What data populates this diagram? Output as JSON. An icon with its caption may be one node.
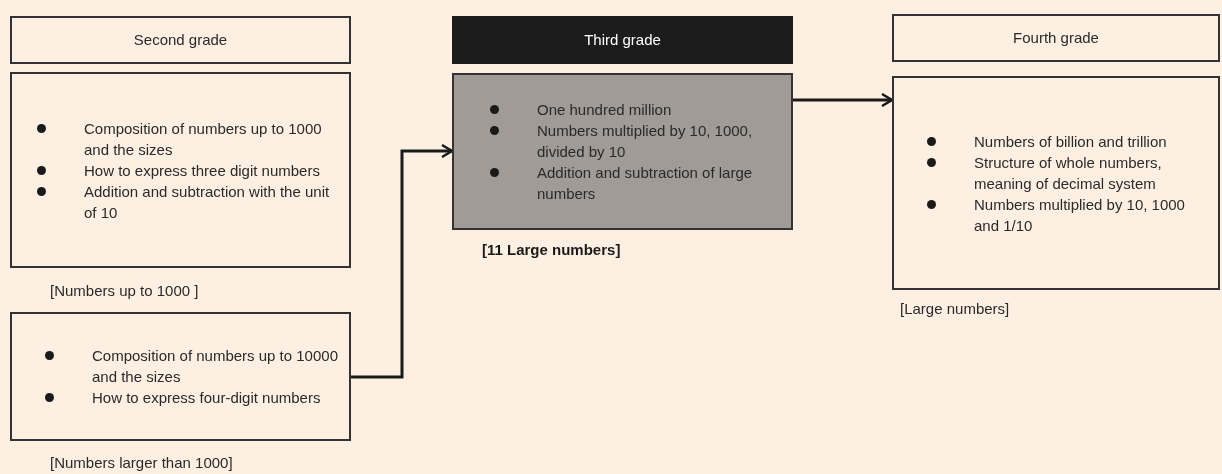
{
  "diagram": {
    "nodes": [
      {
        "text": [
          "Second grade"
        ]
      },
      {
        "text": [
          "Composition of numbers up to 1000 and the sizes",
          "How to express three digit numbers",
          "Addition and subtraction with the unit of 10"
        ],
        "beside": [
          "[Numbers up to 1000 ]"
        ]
      },
      {
        "text": [
          "Composition of numbers up to 10000 and the sizes",
          "How to express four-digit numbers"
        ],
        "beside": [
          "[Numbers larger than 1000]"
        ]
      },
      {
        "text": [
          "Third grade"
        ]
      },
      {
        "text": [
          "One hundred million",
          "Numbers multiplied by 10, 1000, divided by 10",
          "Addition and subtraction of large numbers"
        ],
        "beside": [
          "[11 Large numbers]"
        ]
      },
      {
        "text": [
          "Fourth grade"
        ]
      },
      {
        "text": [
          "Numbers of billion and trillion",
          "Structure of whole numbers, meaning of decimal system",
          "Numbers multiplied by 10, 1000 and 1/10"
        ],
        "beside": [
          "[Large numbers]"
        ]
      }
    ],
    "edges": [
      {
        "from": 2,
        "to": 4,
        "arrow": "to"
      },
      {
        "from": 4,
        "to": 6,
        "arrow": "to"
      }
    ]
  }
}
